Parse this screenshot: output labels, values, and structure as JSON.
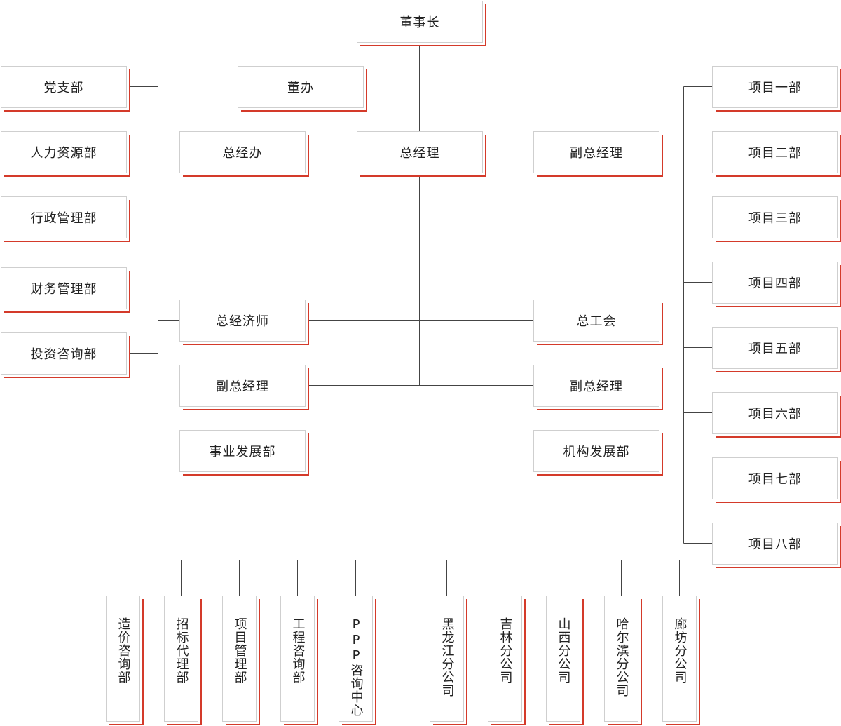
{
  "nodes": {
    "chairman": "董事长",
    "board_office": "董办",
    "gm": "总经理",
    "gm_office": "总经办",
    "vgm_right_top": "副总经理",
    "chief_economist": "总经济师",
    "trade_union": "总工会",
    "vgm_left": "副总经理",
    "vgm_right": "副总经理",
    "party": "党支部",
    "hr": "人力资源部",
    "admin": "行政管理部",
    "finance": "财务管理部",
    "invest": "投资咨询部",
    "business_dev": "事业发展部",
    "org_dev": "机构发展部",
    "proj1": "项目一部",
    "proj2": "项目二部",
    "proj3": "项目三部",
    "proj4": "项目四部",
    "proj5": "项目五部",
    "proj6": "项目六部",
    "proj7": "项目七部",
    "proj8": "项目八部",
    "cost_consult": "造价咨询部",
    "bidding_agent": "招标代理部",
    "project_mgmt": "项目管理部",
    "engineering_consult": "工程咨询部",
    "ppp_center": "PPP咨询中心",
    "heilongjiang": "黑龙江分公司",
    "jilin": "吉林分公司",
    "shanxi": "山西分公司",
    "harbin": "哈尔滨分公司",
    "langfang": "廊坊分公司"
  },
  "colors": {
    "accent": "#d43a2a",
    "border": "#cfcfcf",
    "line": "#444444"
  }
}
